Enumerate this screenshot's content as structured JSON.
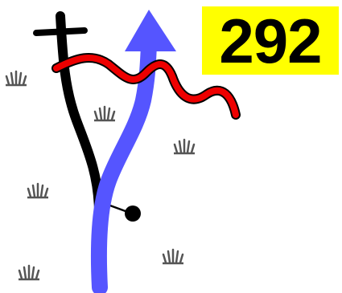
{
  "route_number": "292",
  "colors": {
    "background": "#ffffff",
    "badge": "#ffff00",
    "badge_text": "#000000",
    "route_arrow": "#5555ff",
    "closed_road": "#000000",
    "river": "#ee0000",
    "river_outline": "#000000",
    "marsh": "#555555"
  },
  "map_features": {
    "route": "arrow-up",
    "closed_road": "dead-end-tee",
    "side_road": "dead-end-dot",
    "water": "river",
    "terrain": "marsh"
  }
}
